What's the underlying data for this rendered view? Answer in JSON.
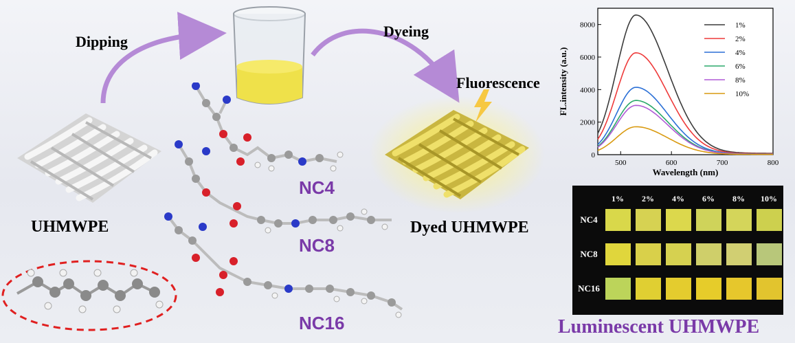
{
  "labels": {
    "dipping": "Dipping",
    "dyeing": "Dyeing",
    "fluorescence": "Fluorescence",
    "uhmwpe": "UHMWPE",
    "dyed_uhmwpe": "Dyed UHMWPE",
    "luminescent": "Luminescent UHMWPE",
    "nc4": "NC4",
    "nc8": "NC8",
    "nc16": "NC16"
  },
  "colors": {
    "purple_text": "#7a3aa8",
    "arrow": "#b58ad6",
    "dashed_ellipse": "#e02020",
    "fabric_white": "#e8e8e8",
    "fabric_yellow": "#e4d45a",
    "liquid": "#efe14a"
  },
  "chart_data": {
    "type": "line",
    "xlabel": "Wavelength (nm)",
    "ylabel": "FL.intensity (a.u.)",
    "xlim": [
      455,
      800
    ],
    "ylim": [
      0,
      9000
    ],
    "xticks": [
      500,
      600,
      700,
      800
    ],
    "yticks": [
      0,
      2000,
      4000,
      6000,
      8000
    ],
    "legend_position": "top-right",
    "grid": false,
    "peak_wavelength": 530,
    "series": [
      {
        "name": "1%",
        "color": "#3a3a3a",
        "peak": 8500
      },
      {
        "name": "2%",
        "color": "#ee3a3a",
        "peak": 6200
      },
      {
        "name": "4%",
        "color": "#2a6fd6",
        "peak": 4100
      },
      {
        "name": "6%",
        "color": "#2aa86a",
        "peak": 3300
      },
      {
        "name": "8%",
        "color": "#b05ad6",
        "peak": 3000
      },
      {
        "name": "10%",
        "color": "#d99a10",
        "peak": 1700
      }
    ]
  },
  "swatches": {
    "columns": [
      "1%",
      "2%",
      "4%",
      "6%",
      "8%",
      "10%"
    ],
    "rows": [
      {
        "name": "NC4",
        "colors": [
          "#d9d84a",
          "#d6d252",
          "#dcd84c",
          "#cfd35a",
          "#d4d55a",
          "#cdd04e"
        ]
      },
      {
        "name": "NC8",
        "colors": [
          "#e0d63c",
          "#d9d04a",
          "#d6d150",
          "#cfcf6a",
          "#d1cf72",
          "#b8c77a"
        ]
      },
      {
        "name": "NC16",
        "colors": [
          "#bcd45a",
          "#e0cf32",
          "#e4cc2e",
          "#e6cc2a",
          "#e6c72c",
          "#e2c42e"
        ]
      }
    ]
  }
}
